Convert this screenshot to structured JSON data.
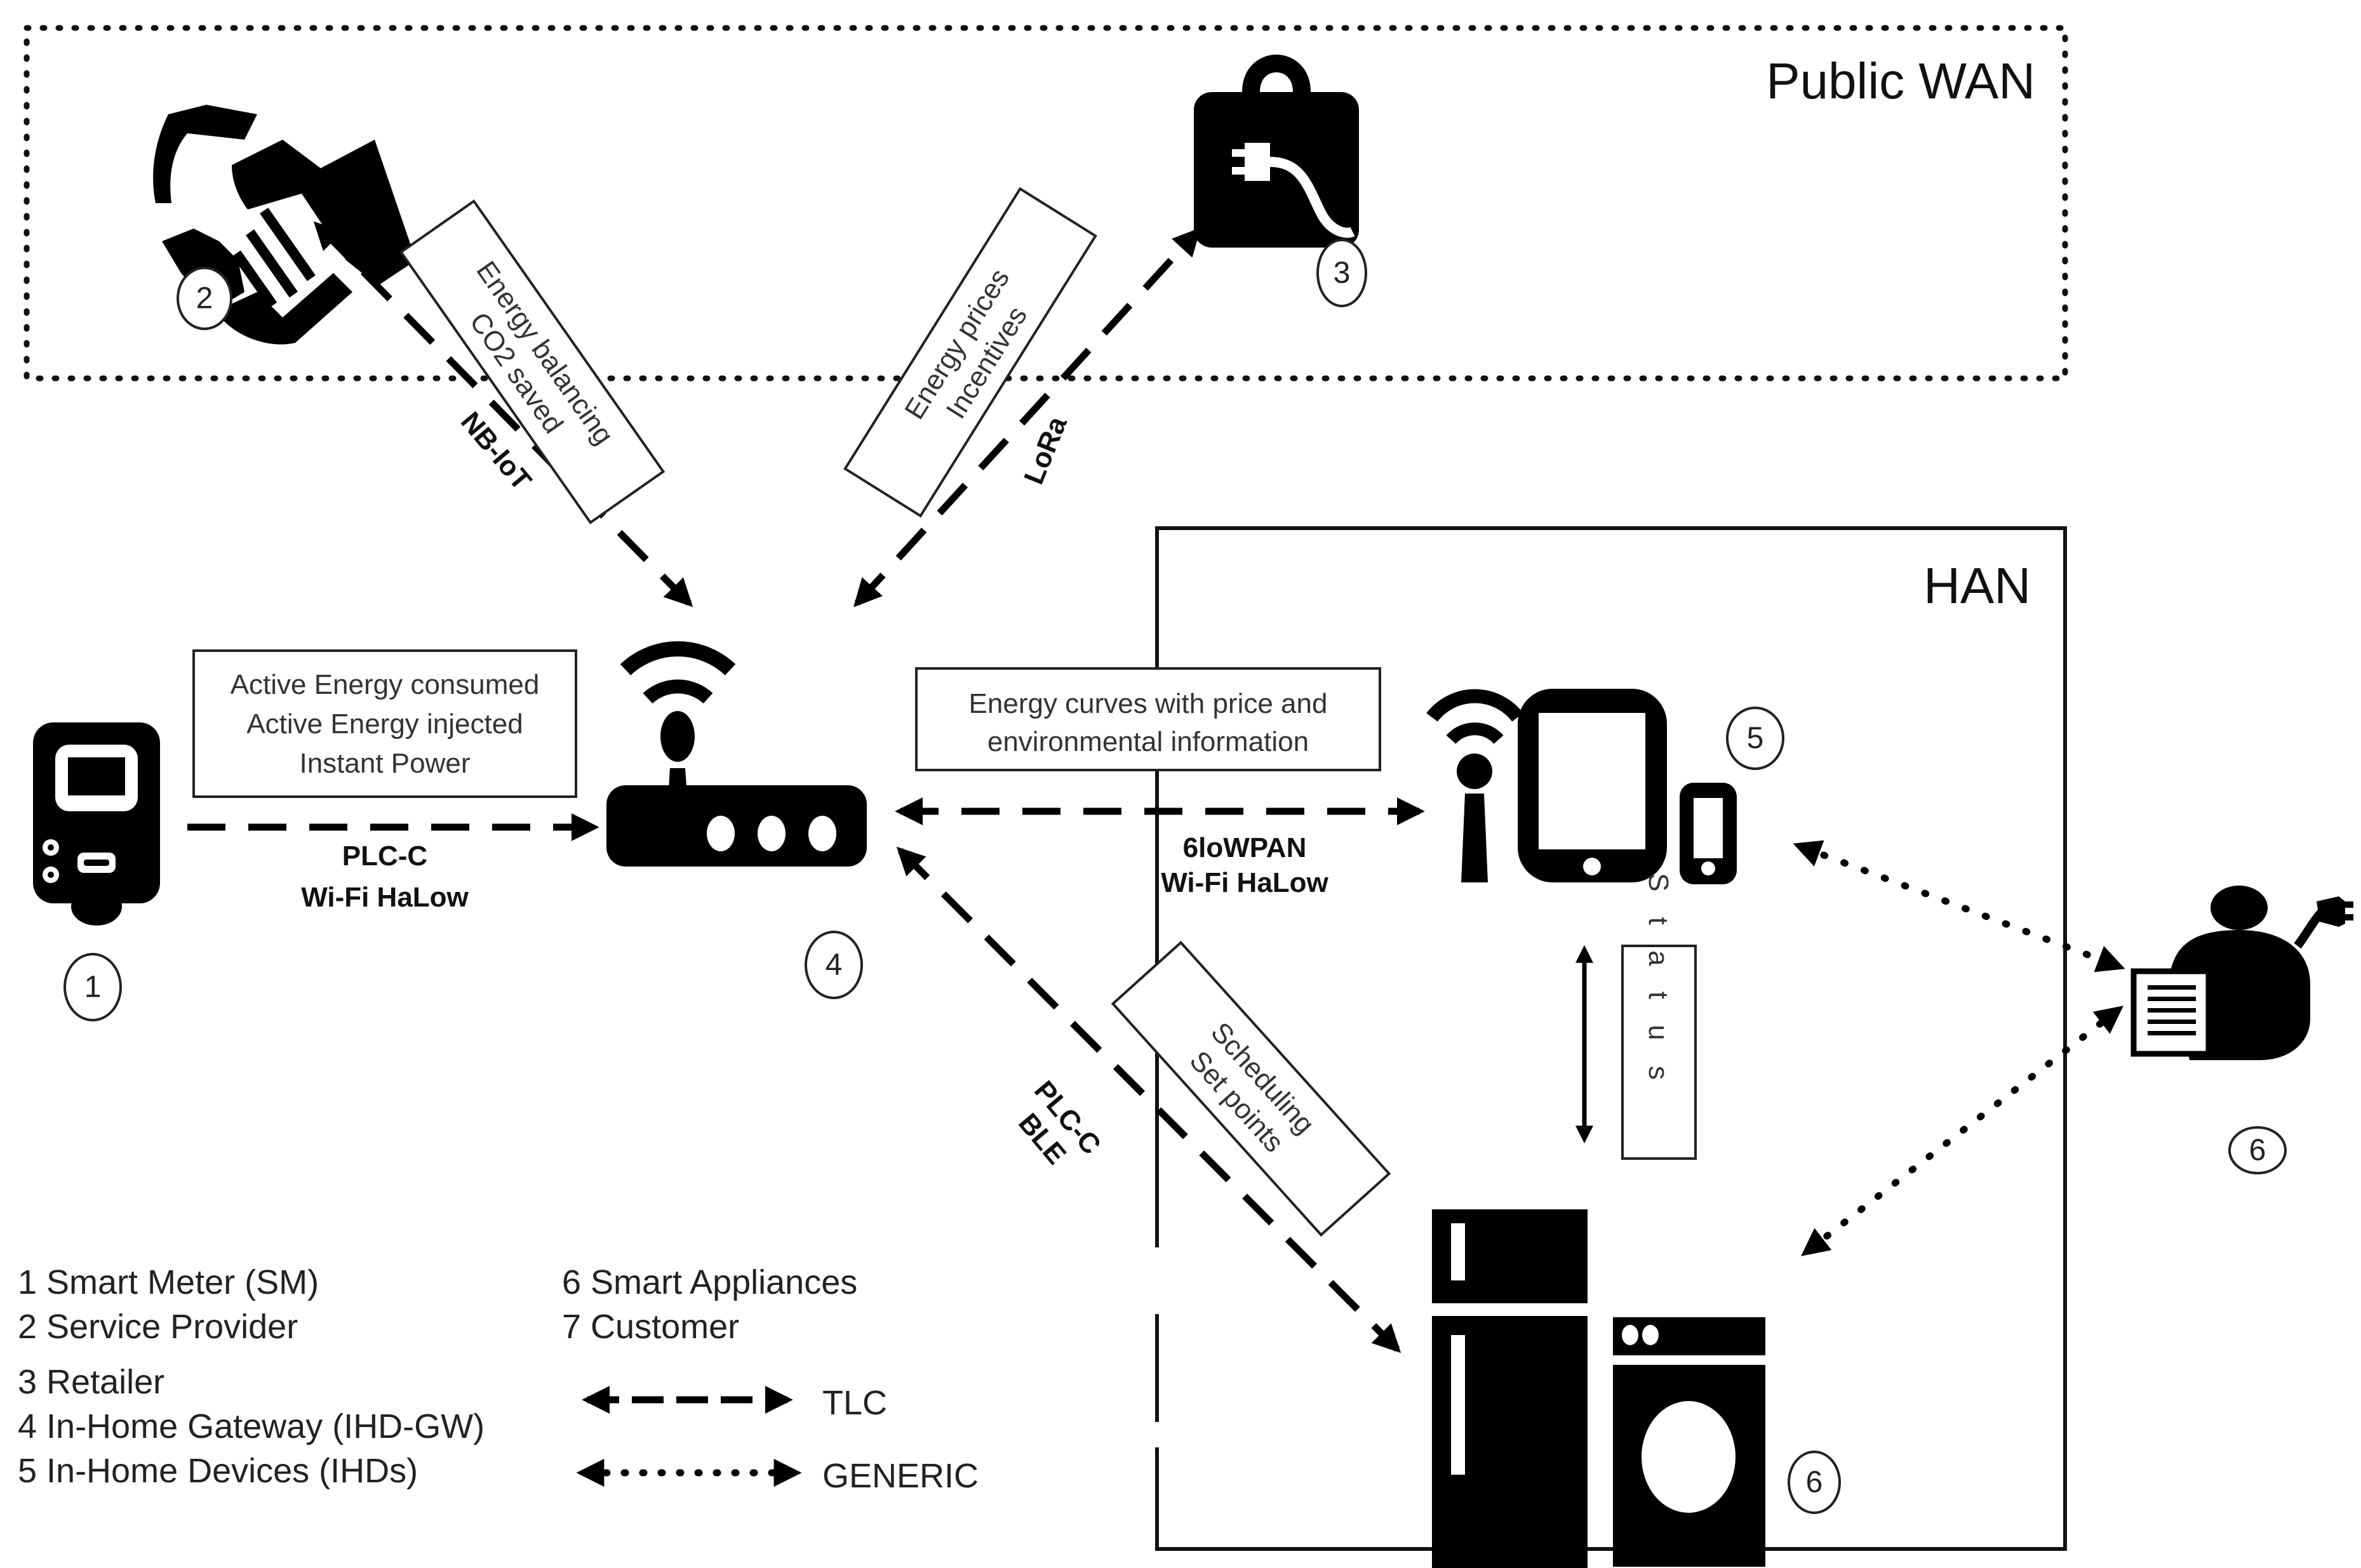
{
  "regions": {
    "public_wan": "Public WAN",
    "han": "HAN"
  },
  "nodes": {
    "smart_meter": {
      "number": "1",
      "icon": "smart-meter-icon"
    },
    "service_provider": {
      "number": "2",
      "icon": "handshake-icon"
    },
    "retailer": {
      "number": "3",
      "icon": "shopping-bag-plug-icon"
    },
    "gateway": {
      "number": "4",
      "icon": "wifi-router-icon"
    },
    "in_home_devices": {
      "number": "5",
      "icon": "tablet-phone-antenna-icon"
    },
    "appliances": {
      "number": "6",
      "icon": "fridge-washer-icon"
    },
    "customer": {
      "number": "6",
      "icon": "person-document-plug-icon"
    }
  },
  "messages": {
    "meter_to_gateway": [
      "Active Energy consumed",
      "Active Energy injected",
      "Instant Power"
    ],
    "gateway_to_service_provider": [
      "Energy balancing",
      "CO2 saved"
    ],
    "gateway_to_retailer": [
      "Energy prices",
      "Incentives"
    ],
    "gateway_to_ihd": [
      "Energy curves with price and",
      "environmental information"
    ],
    "gateway_to_appliances": [
      "Scheduling",
      "Set points"
    ],
    "ihd_appliances": "S t a t u s"
  },
  "protocols": {
    "meter_gateway": [
      "PLC-C",
      "Wi-Fi HaLow"
    ],
    "service_provider": "NB-IoT",
    "retailer": "LoRa",
    "ihd": [
      "6loWPAN",
      "Wi-Fi HaLow"
    ],
    "appliances": [
      "PLC-C",
      "BLE"
    ]
  },
  "legend": {
    "entities_left": [
      "1  Smart Meter (SM)",
      "2  Service Provider",
      "3  Retailer",
      "4  In-Home Gateway (IHD-GW)",
      "5  In-Home Devices (IHDs)"
    ],
    "entities_right": [
      "6  Smart Appliances",
      "7  Customer"
    ],
    "line_types": [
      {
        "style": "dashed",
        "label": "TLC"
      },
      {
        "style": "dotted",
        "label": "GENERIC"
      }
    ]
  }
}
